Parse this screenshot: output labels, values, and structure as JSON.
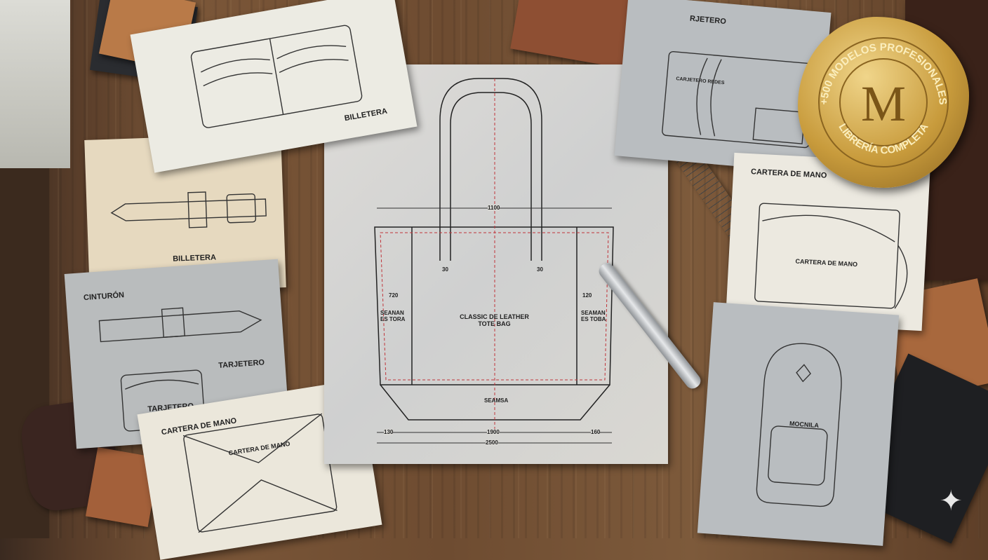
{
  "seal": {
    "letter": "M",
    "top_text": "+500 MODELOS PROFESIONALES",
    "bottom_text": "LIBRERÍA COMPLETA"
  },
  "center_pattern": {
    "title_line1": "CLASSIC DE LEATHER",
    "title_line2": "TOTE BAG",
    "left_gusset": "SEANAN ES TORA",
    "right_gusset": "SEAMAN ES TOBA",
    "base": "SEAMSA",
    "dims": {
      "top": "1100",
      "left_w": "720",
      "right_w": "120",
      "bottom_left": "130",
      "bottom_mid": "1900",
      "bottom_right": "160",
      "total": "2500",
      "handle_l": "30",
      "handle_r": "30"
    }
  },
  "papers": {
    "wallet_top": "BILLETERA",
    "belt": "BILLETERA",
    "cinturon": "CINTURÓN",
    "tarjetero_title": "TARJETERO",
    "tarjetero_inner": "TARJETERO",
    "cartera_bottom_title": "CARTERA DE MANO",
    "cartera_bottom_inner": "CARTERA DE MANO",
    "tarjetero_top_right": "RJETERO",
    "tarjetero_top_right_inner": "CARJETERO REDES",
    "cartera_right_title": "CARTERA DE MANO",
    "cartera_right_inner": "CARTERA DE MANO",
    "mochila": "MOCNILA"
  }
}
